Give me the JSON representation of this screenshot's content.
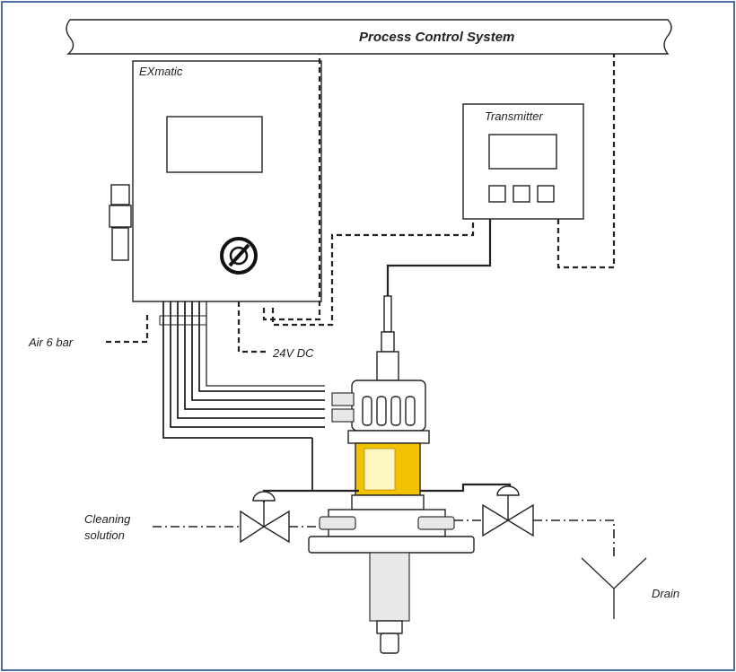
{
  "labels": {
    "pcs": "Process Control System",
    "exmatic": "EXmatic",
    "transmitter": "Transmitter",
    "air": "Air 6 bar",
    "dc": "24V DC",
    "cleaning_line1": "Cleaning",
    "cleaning_line2": "solution",
    "drain": "Drain"
  },
  "colors": {
    "frame": "#4a6fa8",
    "line": "#222222",
    "sensor_yellow": "#f2c100"
  }
}
